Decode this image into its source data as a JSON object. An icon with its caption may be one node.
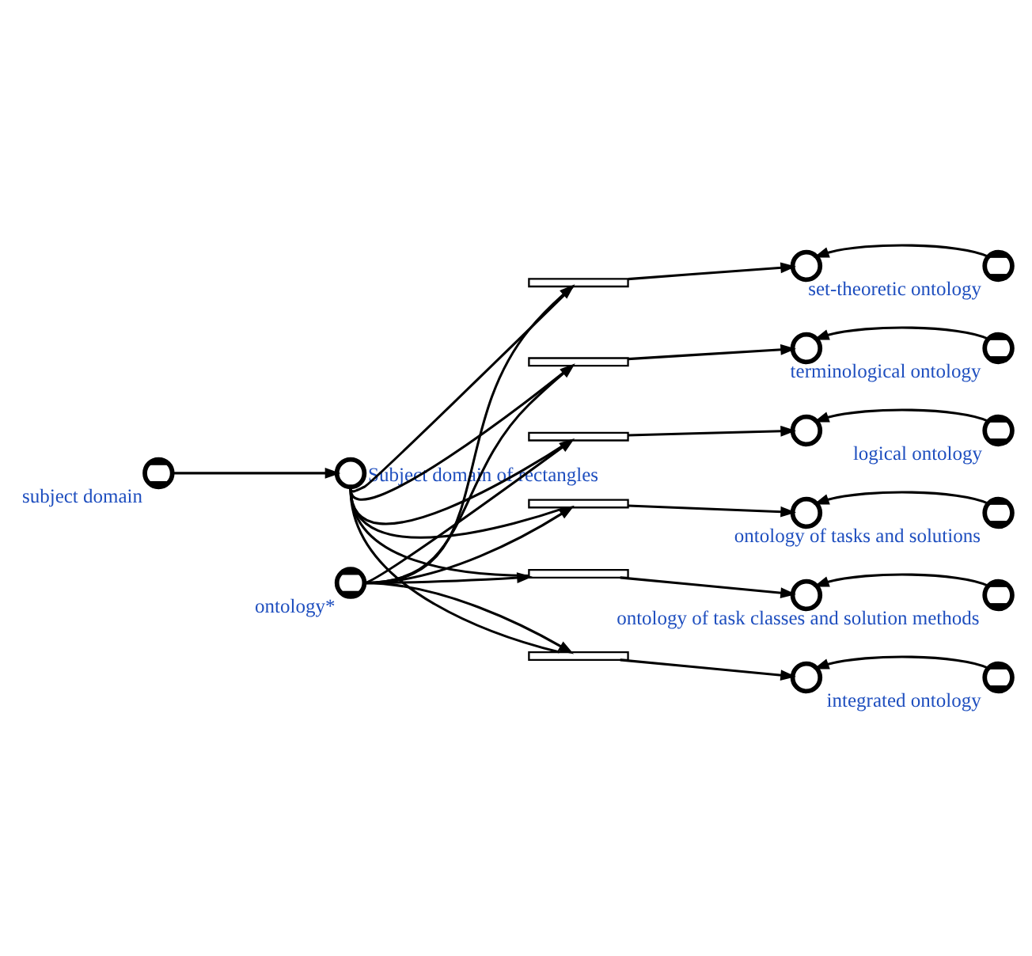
{
  "diagram": {
    "nodes": [
      {
        "text": [
          "subject domain"
        ]
      },
      {
        "text": [
          "Subject domain of rectangles"
        ]
      },
      {
        "text": [
          "ontology*"
        ]
      },
      {
        "text": [],
        "shape": "bar"
      },
      {
        "text": [],
        "shape": "circle"
      },
      {
        "text": [
          "set-theoretic ontology"
        ]
      },
      {
        "text": [],
        "shape": "bar"
      },
      {
        "text": [],
        "shape": "circle"
      },
      {
        "text": [
          "terminological ontology"
        ]
      },
      {
        "text": [],
        "shape": "bar"
      },
      {
        "text": [],
        "shape": "circle"
      },
      {
        "text": [
          "logical ontology"
        ]
      },
      {
        "text": [],
        "shape": "bar"
      },
      {
        "text": [],
        "shape": "circle"
      },
      {
        "text": [
          "ontology of tasks and solutions"
        ]
      },
      {
        "text": [],
        "shape": "bar"
      },
      {
        "text": [],
        "shape": "circle"
      },
      {
        "text": [
          "ontology of task classes and solution methods"
        ]
      },
      {
        "text": [],
        "shape": "bar"
      },
      {
        "text": [],
        "shape": "circle"
      },
      {
        "text": [
          "integrated ontology"
        ]
      }
    ],
    "edges": [
      {
        "from": 0,
        "to": 1,
        "arrow": "to"
      },
      {
        "from": 1,
        "to": 3,
        "arrow": "none"
      },
      {
        "from": 3,
        "to": 4,
        "arrow": "to"
      },
      {
        "from": 2,
        "to": 3,
        "arrow": "to"
      },
      {
        "from": 5,
        "to": 4,
        "arrow": "to"
      },
      {
        "from": 1,
        "to": 6,
        "arrow": "none"
      },
      {
        "from": 6,
        "to": 7,
        "arrow": "to"
      },
      {
        "from": 2,
        "to": 6,
        "arrow": "to"
      },
      {
        "from": 8,
        "to": 7,
        "arrow": "to"
      },
      {
        "from": 1,
        "to": 9,
        "arrow": "none"
      },
      {
        "from": 9,
        "to": 10,
        "arrow": "to"
      },
      {
        "from": 2,
        "to": 9,
        "arrow": "to"
      },
      {
        "from": 11,
        "to": 10,
        "arrow": "to"
      },
      {
        "from": 1,
        "to": 12,
        "arrow": "none"
      },
      {
        "from": 12,
        "to": 13,
        "arrow": "to"
      },
      {
        "from": 2,
        "to": 12,
        "arrow": "to"
      },
      {
        "from": 14,
        "to": 13,
        "arrow": "to"
      },
      {
        "from": 1,
        "to": 15,
        "arrow": "none"
      },
      {
        "from": 15,
        "to": 16,
        "arrow": "to"
      },
      {
        "from": 2,
        "to": 15,
        "arrow": "to"
      },
      {
        "from": 17,
        "to": 16,
        "arrow": "to"
      },
      {
        "from": 1,
        "to": 18,
        "arrow": "none"
      },
      {
        "from": 18,
        "to": 19,
        "arrow": "to"
      },
      {
        "from": 2,
        "to": 18,
        "arrow": "to"
      },
      {
        "from": 20,
        "to": 19,
        "arrow": "to"
      }
    ]
  }
}
